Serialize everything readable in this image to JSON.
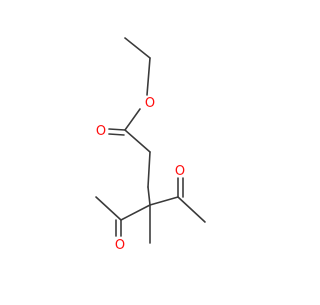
{
  "molecule": {
    "bond_color": "#3a3a3a",
    "heteroatom_color": "#ff0d0d",
    "atoms": {
      "ester_ether_oxygen": "O",
      "ester_carbonyl_oxygen": "O",
      "ketone_right_oxygen": "O",
      "ketone_left_oxygen": "O"
    }
  }
}
